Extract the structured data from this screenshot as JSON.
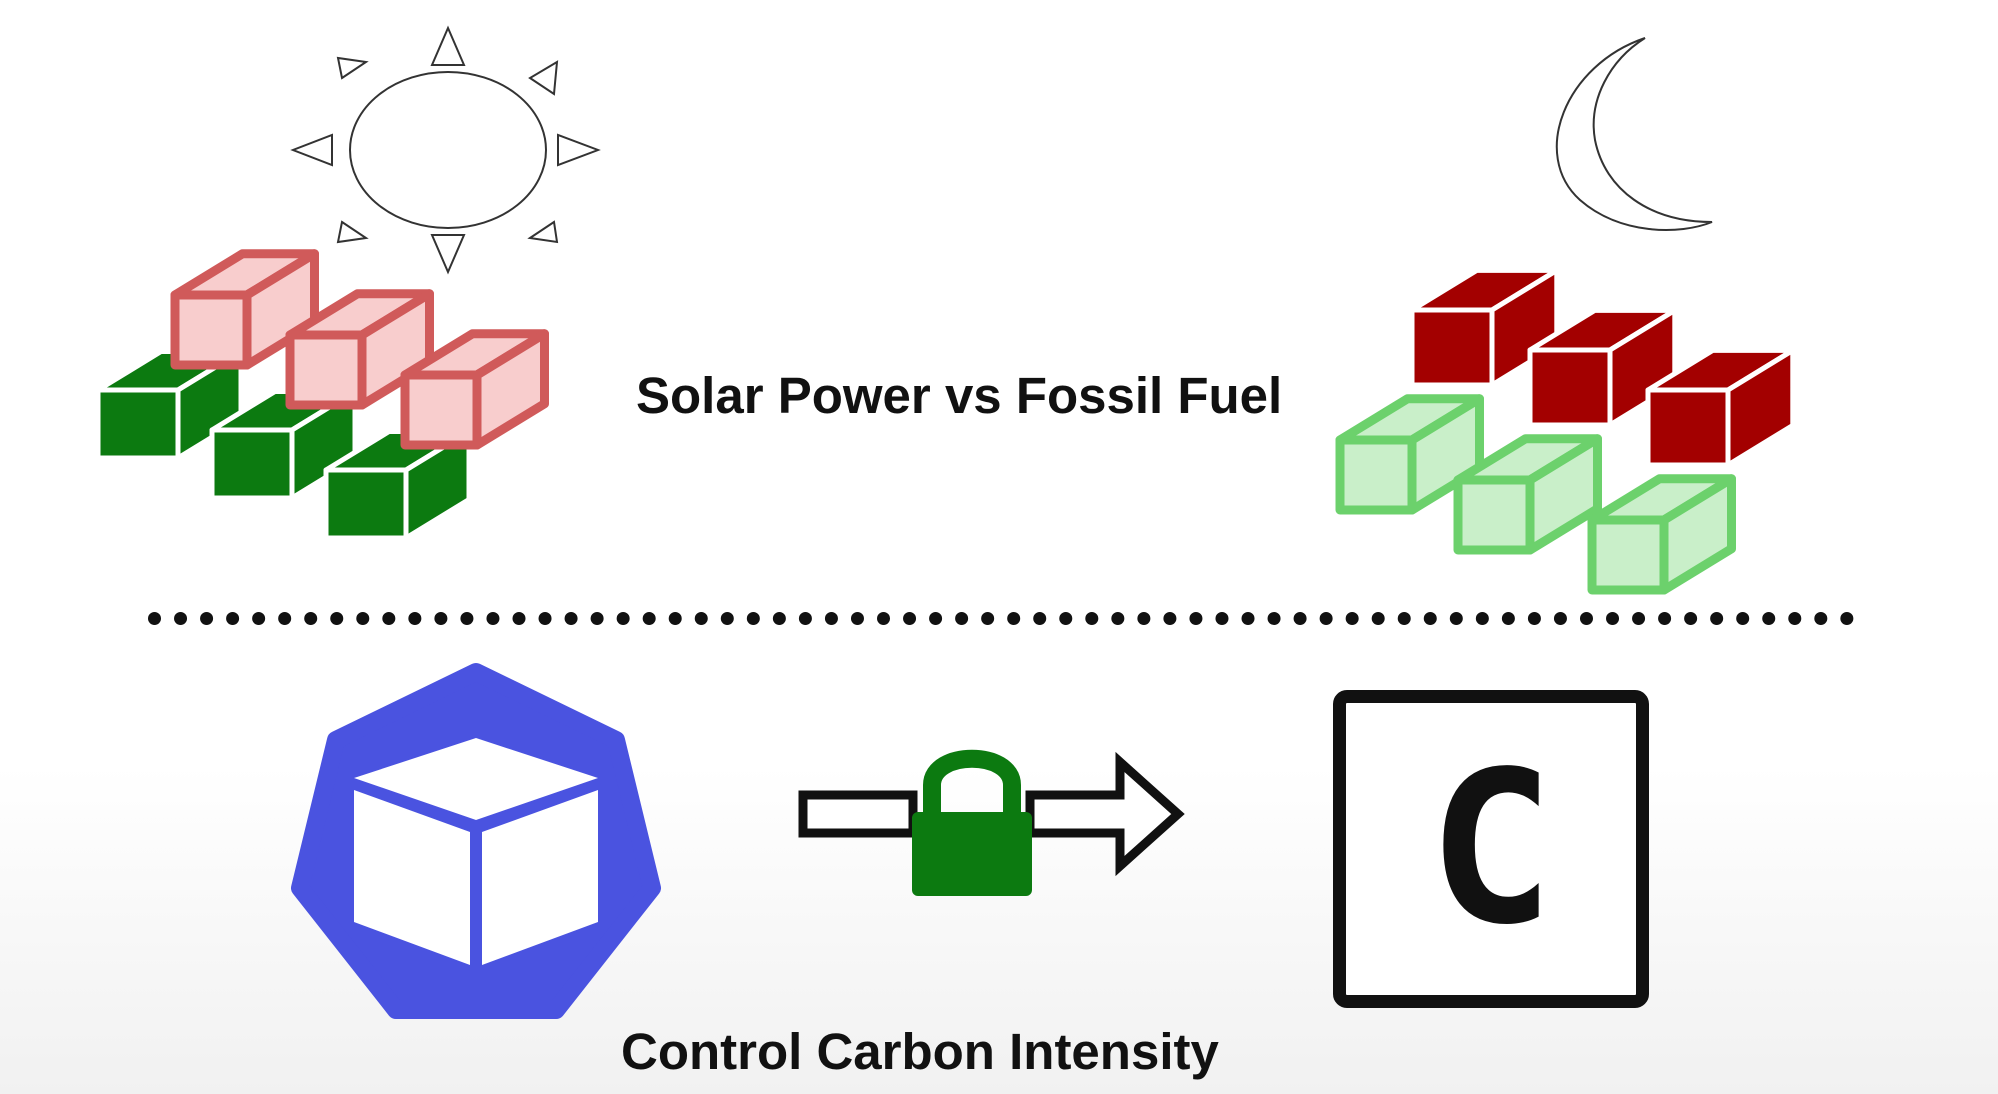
{
  "titles": {
    "top": "Solar Power vs Fossil Fuel",
    "bottom": "Control Carbon Intensity"
  },
  "icons": {
    "sun": "sun-icon",
    "moon": "moon-icon",
    "kubernetes": "kubernetes-icon",
    "lock": "padlock-icon",
    "arrow": "right-arrow-icon",
    "carbon": "carbon-c-icon"
  },
  "carbon_box": {
    "letter": "C"
  },
  "colors": {
    "dark_green": "#0c7a10",
    "light_red_fill": "#f8cdcd",
    "light_red_stroke": "#d05a5a",
    "dark_red": "#a30000",
    "light_green_fill": "#c9efc9",
    "light_green_stroke": "#6cd16c",
    "kube_blue": "#4a53e0",
    "lock_green": "#0c7a10"
  }
}
